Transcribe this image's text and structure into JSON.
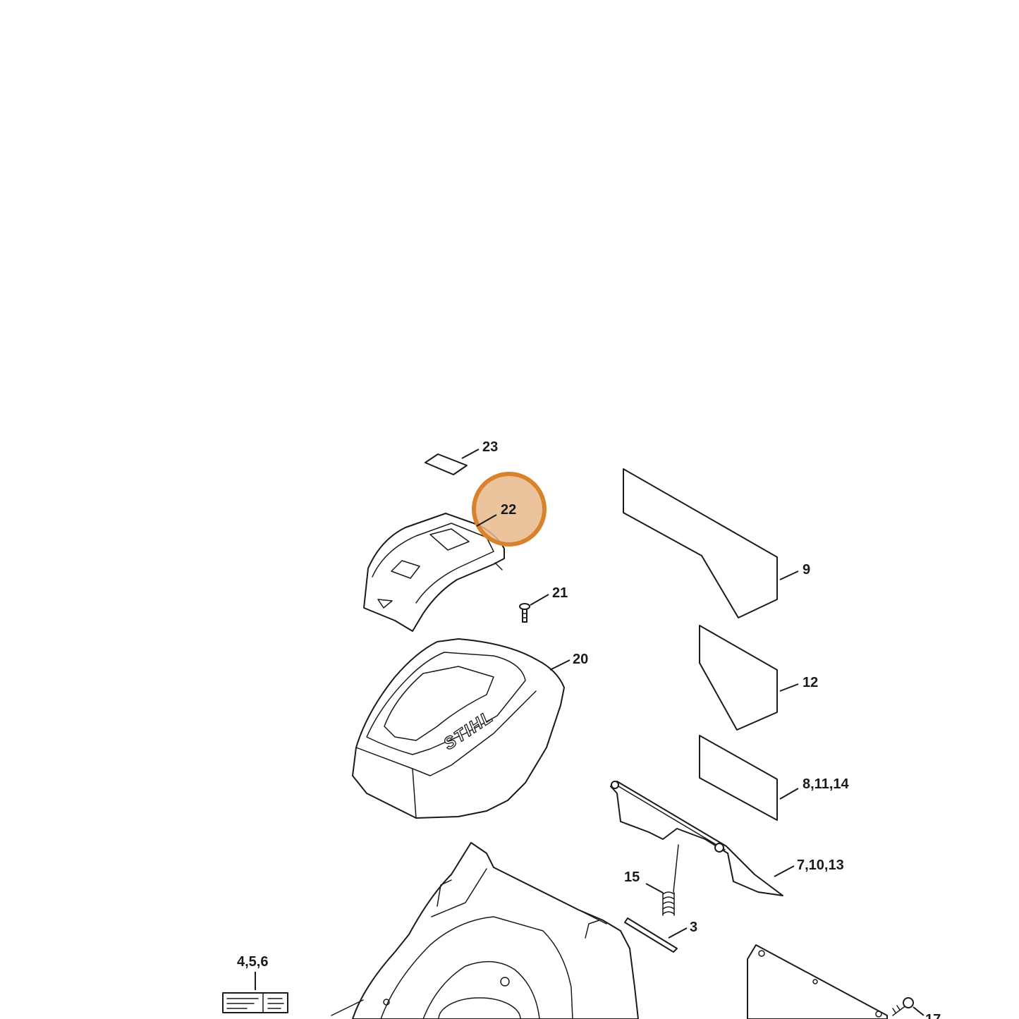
{
  "diagram": {
    "highlight_color": "#d9822b",
    "highlight_fill": "#e8b98c",
    "highlighted_part": "22",
    "brand_text": "STIHL",
    "callouts": {
      "p23": "23",
      "p22": "22",
      "p21": "21",
      "p20": "20",
      "p9": "9",
      "p12": "12",
      "p8_11_14": "8,11,14",
      "p7_10_13": "7,10,13",
      "p15": "15",
      "p3": "3",
      "p4_5_6": "4,5,6",
      "p17": "17"
    }
  }
}
